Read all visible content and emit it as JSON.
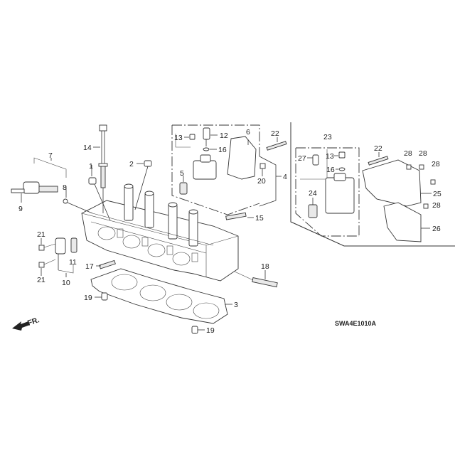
{
  "diagram": {
    "code": "SWA4E1010A",
    "direction_label": "FR.",
    "colors": {
      "line": "#333333",
      "background": "#ffffff"
    },
    "callouts": [
      {
        "id": "1",
        "label": "1"
      },
      {
        "id": "2",
        "label": "2"
      },
      {
        "id": "3",
        "label": "3"
      },
      {
        "id": "4",
        "label": "4"
      },
      {
        "id": "5",
        "label": "5"
      },
      {
        "id": "6",
        "label": "6"
      },
      {
        "id": "7",
        "label": "7"
      },
      {
        "id": "8",
        "label": "8"
      },
      {
        "id": "9",
        "label": "9"
      },
      {
        "id": "10",
        "label": "10"
      },
      {
        "id": "11",
        "label": "11"
      },
      {
        "id": "12",
        "label": "12"
      },
      {
        "id": "13a",
        "label": "13"
      },
      {
        "id": "13b",
        "label": "13"
      },
      {
        "id": "14",
        "label": "14"
      },
      {
        "id": "15",
        "label": "15"
      },
      {
        "id": "16a",
        "label": "16"
      },
      {
        "id": "16b",
        "label": "16"
      },
      {
        "id": "17",
        "label": "17"
      },
      {
        "id": "18",
        "label": "18"
      },
      {
        "id": "19a",
        "label": "19"
      },
      {
        "id": "19b",
        "label": "19"
      },
      {
        "id": "20",
        "label": "20"
      },
      {
        "id": "21a",
        "label": "21"
      },
      {
        "id": "21b",
        "label": "21"
      },
      {
        "id": "22a",
        "label": "22"
      },
      {
        "id": "22b",
        "label": "22"
      },
      {
        "id": "23",
        "label": "23"
      },
      {
        "id": "24",
        "label": "24"
      },
      {
        "id": "25",
        "label": "25"
      },
      {
        "id": "26",
        "label": "26"
      },
      {
        "id": "27",
        "label": "27"
      },
      {
        "id": "28a",
        "label": "28"
      },
      {
        "id": "28b",
        "label": "28"
      },
      {
        "id": "28c",
        "label": "28"
      },
      {
        "id": "28d",
        "label": "28"
      }
    ]
  }
}
